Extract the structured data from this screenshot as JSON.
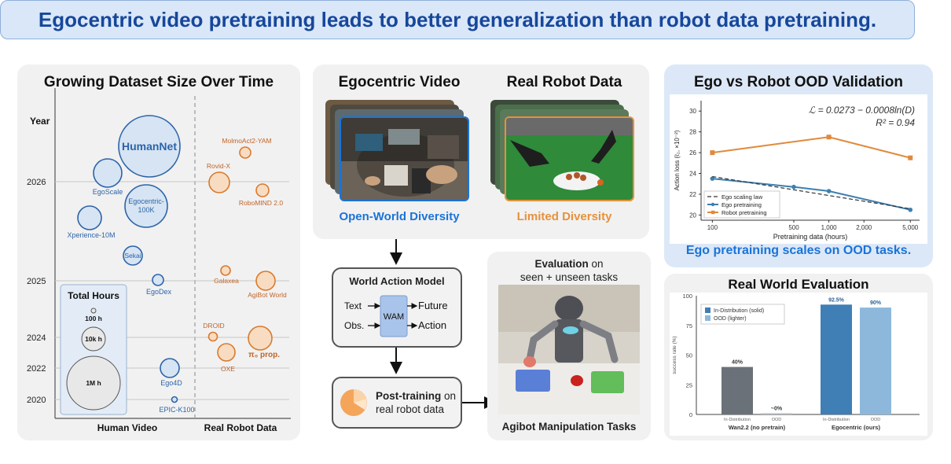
{
  "banner": {
    "title": "Egocentric video pretraining leads to better generalization than robot data pretraining."
  },
  "panel1": {
    "title": "Growing Dataset Size Over Time",
    "year_label": "Year",
    "years": [
      "2026",
      "2025",
      "2024",
      "2022",
      "2020"
    ],
    "human_bubbles": [
      "HumanNet",
      "EgoScale",
      "Egocentric-100K",
      "Xperience-10M",
      "Sekai",
      "EgoDex",
      "Ego4D",
      "EPIC-K100"
    ],
    "robot_bubbles": [
      "MolmoAct2-YAM",
      "Rovid-X",
      "RoboMIND 2.0",
      "Galaxea",
      "AgiBot World",
      "DROID",
      "OXE",
      "π₀ prop."
    ],
    "legend_title": "Total Hours",
    "legend_sizes": [
      "100 h",
      "10k h",
      "1M h"
    ],
    "xlabel_human": "Human Video",
    "xlabel_robot": "Real Robot Data"
  },
  "panel2": {
    "ego_title": "Egocentric Video",
    "robot_title": "Real Robot Data",
    "ego_caption": "Open-World Diversity",
    "robot_caption": "Limited Diversity"
  },
  "wam": {
    "title": "World Action Model",
    "in_text": "Text",
    "in_obs": "Obs.",
    "core": "WAM",
    "out_future": "Future",
    "out_action": "Action"
  },
  "posttrain": {
    "bold": "Post-training",
    "rest1": " on",
    "rest2": "real robot data"
  },
  "evaluation": {
    "line1_bold": "Evaluation",
    "line1_rest": " on",
    "line2": "seen + unseen tasks",
    "caption": "Agibot Manipulation Tasks"
  },
  "panel3": {
    "title": "Ego vs Robot OOD Validation",
    "caption": "Ego pretraining scales on OOD tasks.",
    "formula_line1": "ℒ = 0.0273 − 0.0008ln(D)",
    "formula_line2": "R² = 0.94",
    "ylabel": "Action loss (ℓ₂, ×10⁻²)",
    "xlabel": "Pretraining data (hours)",
    "legend": [
      "Ego scaling law",
      "Ego pretraining",
      "Robot pretraining"
    ],
    "colors": {
      "ego": "#3c7fb0",
      "robot": "#e08a3c",
      "law": "#333333"
    }
  },
  "panel4": {
    "title": "Real World Evaluation",
    "ylabel": "success rate (%)",
    "legend": [
      "In-Distribution (solid)",
      "OOD (lighter)"
    ],
    "colors": {
      "wan_id": "#6b7178",
      "wan_ood": "#b7bcc2",
      "ego_id": "#3f7fb6",
      "ego_ood": "#8db8dc"
    }
  },
  "chart_data": [
    {
      "type": "line",
      "title": "Ego vs Robot OOD Validation",
      "xlabel": "Pretraining data (hours)",
      "ylabel": "Action loss (ℓ₂, ×10⁻²)",
      "x_scale": "log",
      "x": [
        100,
        500,
        1000,
        2000,
        5000
      ],
      "x_ticks": [
        "100",
        "500",
        "1,000",
        "2,000",
        "5,000"
      ],
      "ylim": [
        19.5,
        31
      ],
      "y_ticks": [
        20,
        22,
        24,
        26,
        28,
        30
      ],
      "legend_position": "bottom-left",
      "series": [
        {
          "name": "Ego pretraining",
          "x": [
            100,
            500,
            1000,
            5000
          ],
          "values": [
            23.5,
            22.7,
            22.3,
            20.5
          ]
        },
        {
          "name": "Robot pretraining",
          "x": [
            100,
            1000,
            5000
          ],
          "values": [
            26.0,
            27.5,
            25.5
          ]
        },
        {
          "name": "Ego scaling law",
          "x": [
            100,
            5000
          ],
          "values": [
            23.7,
            20.6
          ]
        }
      ]
    },
    {
      "type": "bar",
      "title": "Real World Evaluation",
      "ylabel": "success rate (%)",
      "ylim": [
        0,
        100
      ],
      "y_ticks": [
        0,
        25,
        50,
        75,
        100
      ],
      "legend_position": "top-left",
      "groups": [
        {
          "name": "Wan2.2 (no pretrain)",
          "bars": [
            {
              "label": "In-Distribution",
              "value": 40,
              "text": "40%"
            },
            {
              "label": "OOD",
              "value": 1,
              "text": "~0%"
            }
          ]
        },
        {
          "name": "Egocentric (ours)",
          "bars": [
            {
              "label": "In-Distribution",
              "value": 92.5,
              "text": "92.5%"
            },
            {
              "label": "OOD",
              "value": 90,
              "text": "90%"
            }
          ]
        }
      ]
    }
  ]
}
